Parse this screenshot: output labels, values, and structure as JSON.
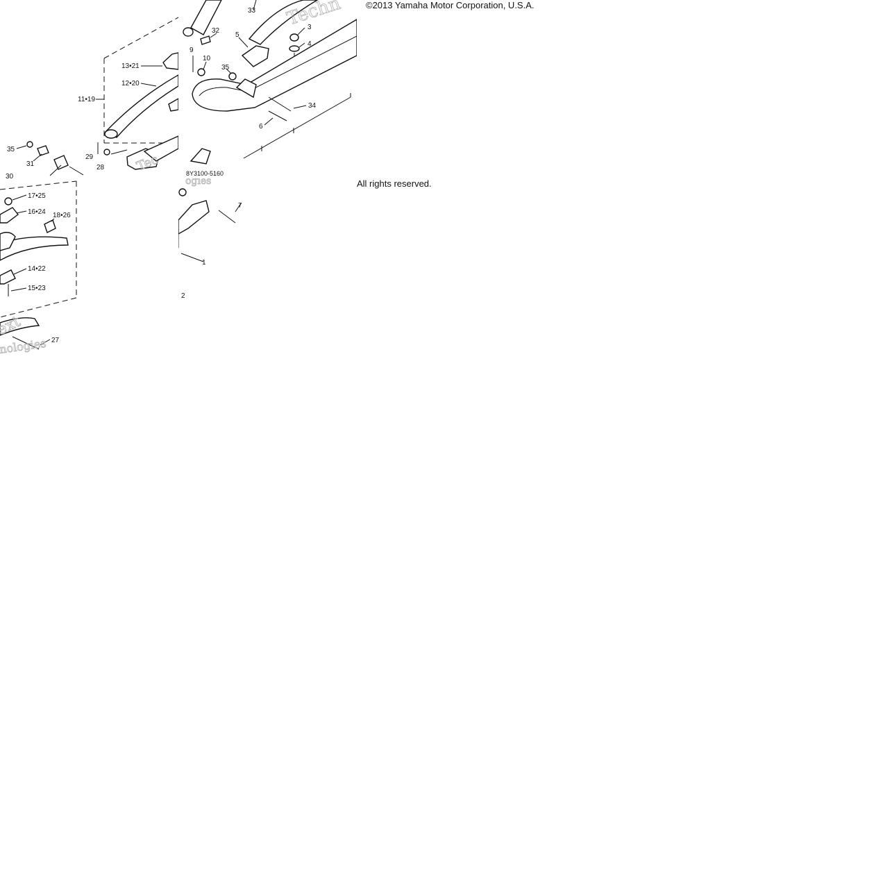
{
  "copyright": "©2013 Yamaha Motor Corporation, U.S.A. /",
  "rights": "All rights reserved.",
  "diagram_code": "8Y3100-5160",
  "watermark": {
    "top": "Techn",
    "mid1": "Tec",
    "mid2": "ogies",
    "bot1": "ext",
    "bot2": "nologies"
  },
  "callouts": {
    "c1": "1",
    "c2": "2",
    "c3": "3",
    "c4": "4",
    "c5": "5",
    "c6": "6",
    "c7": "7",
    "c9": "9",
    "c10": "10",
    "c11_19": "11•19",
    "c12_20": "12•20",
    "c13_21": "13•21",
    "c14_22": "14•22",
    "c15_23": "15•23",
    "c16_24": "16•24",
    "c17_25": "17•25",
    "c18_26": "18•26",
    "c27": "27",
    "c28": "28",
    "c29": "29",
    "c30": "30",
    "c31": "31",
    "c32": "32",
    "c33": "33",
    "c34": "34",
    "c35": "35"
  }
}
